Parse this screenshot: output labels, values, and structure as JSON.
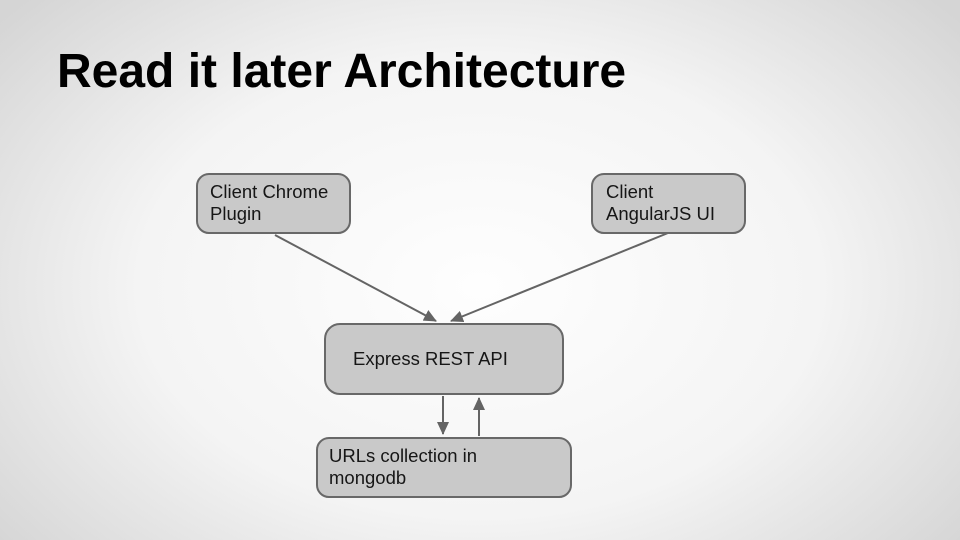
{
  "slide": {
    "title": "Read it later Architecture"
  },
  "theme": {
    "bg-center": "#fefefe",
    "bg-edge": "#d5d5d5",
    "node-fill": "#c9c9c9",
    "node-border": "#686868",
    "node-text": "#161616",
    "arrow-color": "#646464",
    "title-color": "#000000"
  },
  "diagram": {
    "nodes": [
      {
        "id": "client-chrome-plugin",
        "label": "Client Chrome\nPlugin"
      },
      {
        "id": "client-angularjs-ui",
        "label": "Client\nAngularJS UI"
      },
      {
        "id": "express-rest-api",
        "label": "Express REST API"
      },
      {
        "id": "urls-mongodb",
        "label": "URLs collection in\nmongodb"
      }
    ],
    "edges": [
      {
        "from": "client-chrome-plugin",
        "to": "express-rest-api",
        "direction": "one-way"
      },
      {
        "from": "client-angularjs-ui",
        "to": "express-rest-api",
        "direction": "one-way"
      },
      {
        "from": "express-rest-api",
        "to": "urls-mongodb",
        "direction": "one-way"
      },
      {
        "from": "urls-mongodb",
        "to": "express-rest-api",
        "direction": "one-way"
      }
    ]
  }
}
